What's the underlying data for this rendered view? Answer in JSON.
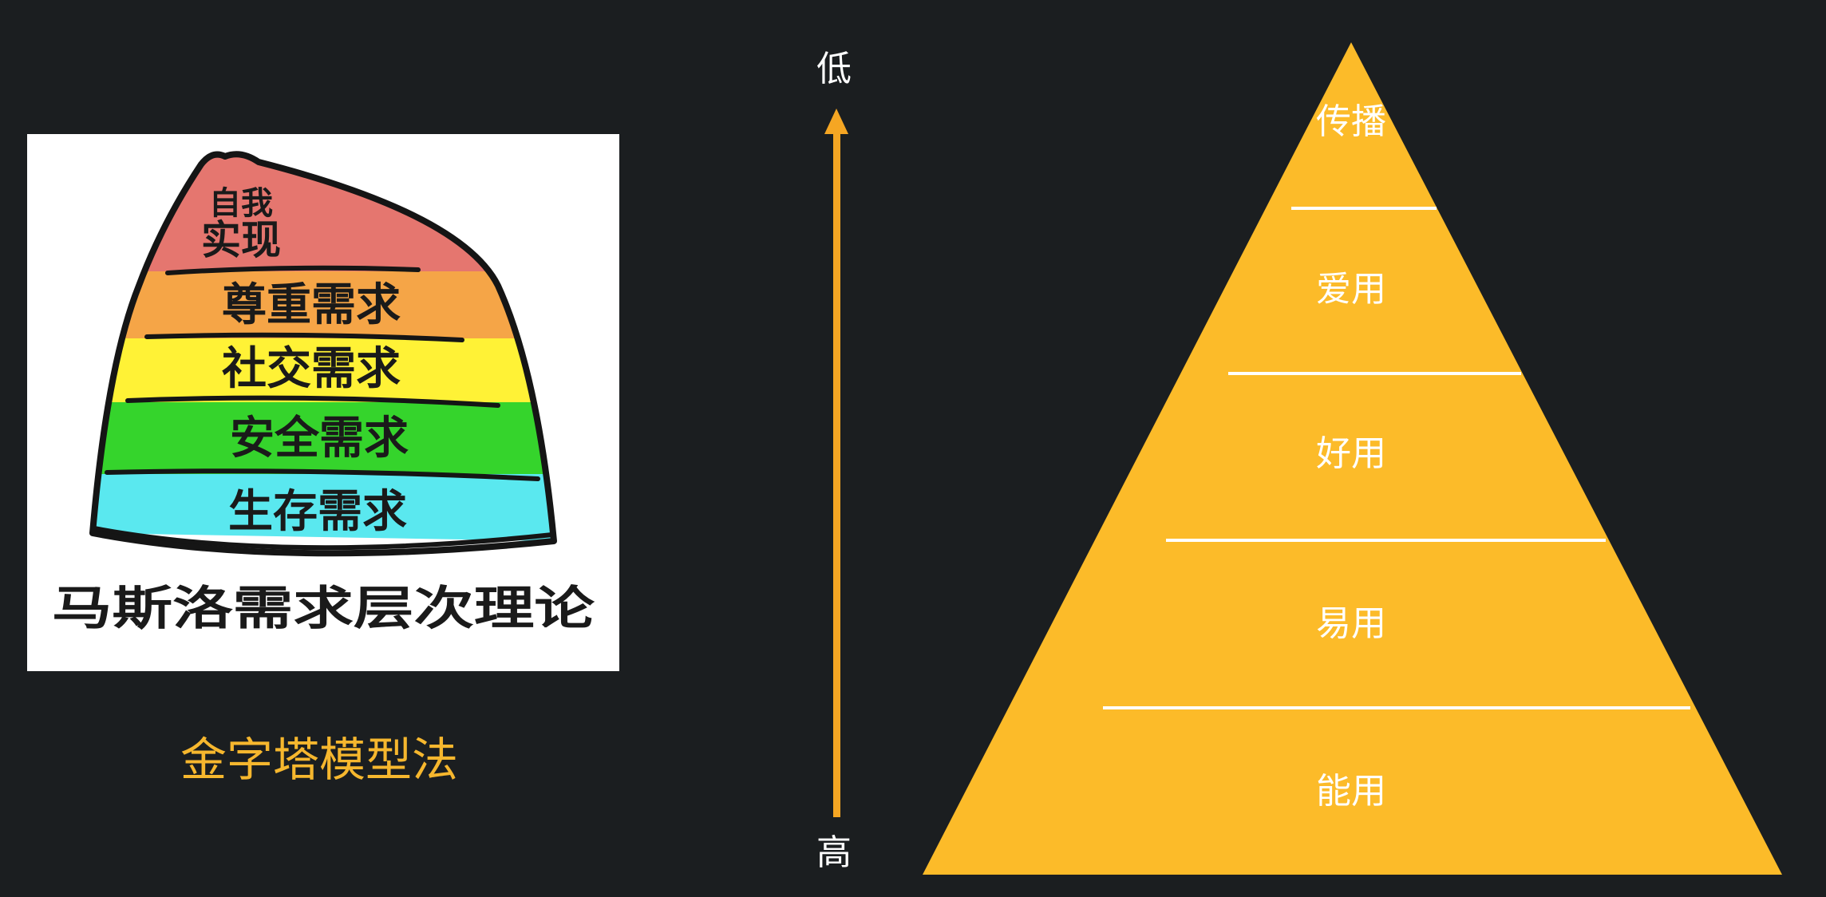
{
  "maslow": {
    "levels": [
      {
        "line1": "自我",
        "line2": "实现",
        "color": "#e5766f"
      },
      {
        "text": "尊重需求",
        "color": "#f5a547"
      },
      {
        "text": "社交需求",
        "color": "#fff236"
      },
      {
        "text": "安全需求",
        "color": "#35d42c"
      },
      {
        "text": "生存需求",
        "color": "#5ae8ef"
      }
    ],
    "caption": "马斯洛需求层次理论"
  },
  "model_title": "金字塔模型法",
  "axis": {
    "top_label": "低",
    "bottom_label": "高",
    "color": "#f5a623"
  },
  "pyramid": {
    "fill": "#fcbb29",
    "divider": "#ffffff",
    "levels": [
      "传播",
      "爱用",
      "好用",
      "易用",
      "能用"
    ]
  }
}
